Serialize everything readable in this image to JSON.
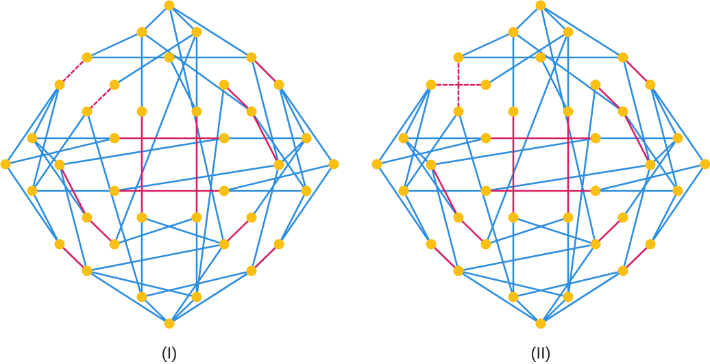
{
  "diagram": {
    "colors": {
      "blue_edge": "#2e8ee0",
      "red_edge": "#d81f63",
      "node": "#f9bf12",
      "background": "#ffffff",
      "text": "#222222"
    },
    "graphs": [
      {
        "label": "(I)",
        "dashed_connector": "diagonal"
      },
      {
        "label": "(II)",
        "dashed_connector": "corner"
      }
    ]
  }
}
